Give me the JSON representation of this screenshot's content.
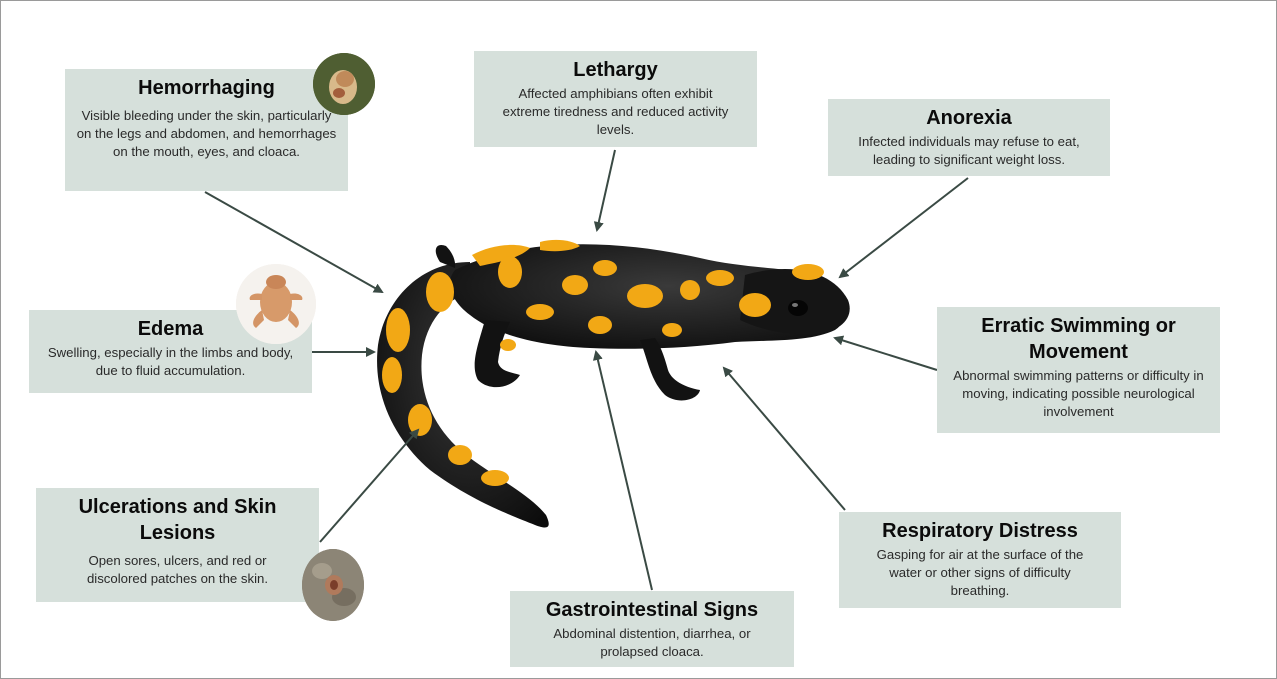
{
  "symptoms": {
    "hemorrhaging": {
      "title": "Hemorrhaging",
      "desc": "Visible bleeding under the skin, particularly on the legs and abdomen, and hemorrhages on the mouth, eyes, and cloaca."
    },
    "lethargy": {
      "title": "Lethargy",
      "desc": "Affected amphibians often exhibit extreme tiredness and reduced activity levels."
    },
    "anorexia": {
      "title": "Anorexia",
      "desc": "Infected individuals may refuse to eat, leading to significant weight loss."
    },
    "edema": {
      "title": "Edema",
      "desc": "Swelling, especially in the limbs and body, due to fluid accumulation."
    },
    "erratic": {
      "title": "Erratic Swimming or Movement",
      "desc": "Abnormal swimming patterns or difficulty in moving, indicating possible neurological involvement"
    },
    "respiratory": {
      "title": "Respiratory Distress",
      "desc": "Gasping for air at the surface of the water or other signs of difficulty breathing."
    },
    "gastro": {
      "title": "Gastrointestinal Signs",
      "desc": "Abdominal distention, diarrhea, or prolapsed cloaca."
    },
    "ulcerations": {
      "title": "Ulcerations and Skin Lesions",
      "desc": "Open sores, ulcers, and red or discolored patches on the skin."
    }
  },
  "colors": {
    "box_fill": "#d6e0db",
    "arrow": "#3a4a44",
    "salamander_body": "#141414",
    "salamander_spots": "#f2a815"
  }
}
